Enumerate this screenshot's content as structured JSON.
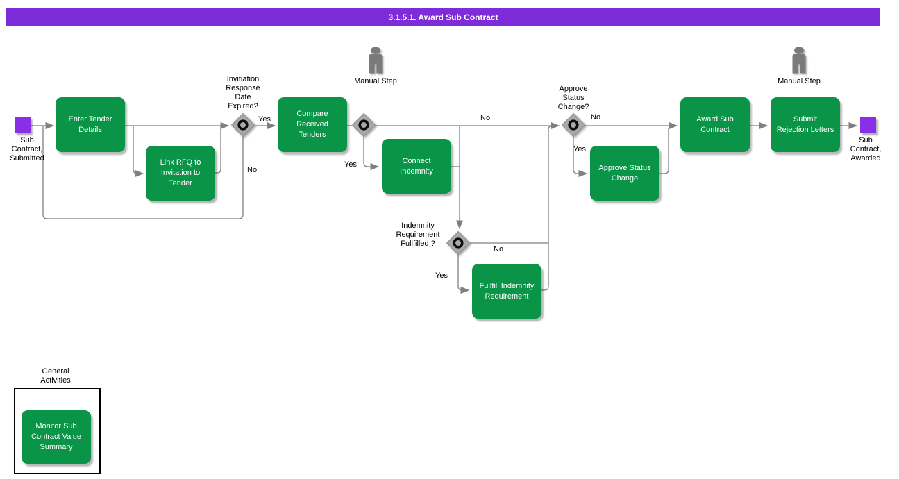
{
  "header": {
    "title": "3.1.5.1. Award Sub Contract",
    "background": "#7E2CDA"
  },
  "palette": {
    "task_green": "#0A9448",
    "event_purple": "#8A2FE8",
    "gateway_gray": "#A8A8A8",
    "connector_gray": "#808080"
  },
  "events": {
    "start": {
      "label": "Sub\nContract,\nSubmitted"
    },
    "end": {
      "label": "Sub\nContract,\nAwarded"
    }
  },
  "tasks": {
    "enter_tender": {
      "label": "Enter Tender\nDetails"
    },
    "link_rfq": {
      "label": "Link RFQ to\nInvitation to\nTender"
    },
    "compare_tenders": {
      "label": "Compare\nReceived\nTenders"
    },
    "connect_indemnity": {
      "label": "Connect\nIndemnity"
    },
    "fullfill_indemnity": {
      "label": "Fullfill Indemnity\nRequirement"
    },
    "approve_status": {
      "label": "Approve Status\nChange"
    },
    "award_sub_contract": {
      "label": "Award Sub\nContract"
    },
    "submit_rejection": {
      "label": "Submit\nRejection Letters"
    },
    "monitor_sub_contract": {
      "label": "Monitor Sub\nContract Value\nSummary"
    }
  },
  "gateways": {
    "response_expired": {
      "label": "Invitiation\nResponse\nDate\nExpired?",
      "yes": "Yes",
      "no": "No"
    },
    "post_compare": {
      "yes": "Yes",
      "no": "No"
    },
    "indemnity_fullfilled": {
      "label": "Indemnity\nRequirement\nFullfilled ?",
      "yes": "Yes",
      "no": "No"
    },
    "approve_status": {
      "label": "Approve\nStatus\nChange?",
      "yes": "Yes",
      "no": "No"
    }
  },
  "annotations": {
    "manual_step": "Manual Step",
    "general_activities": "General\nActivities"
  }
}
